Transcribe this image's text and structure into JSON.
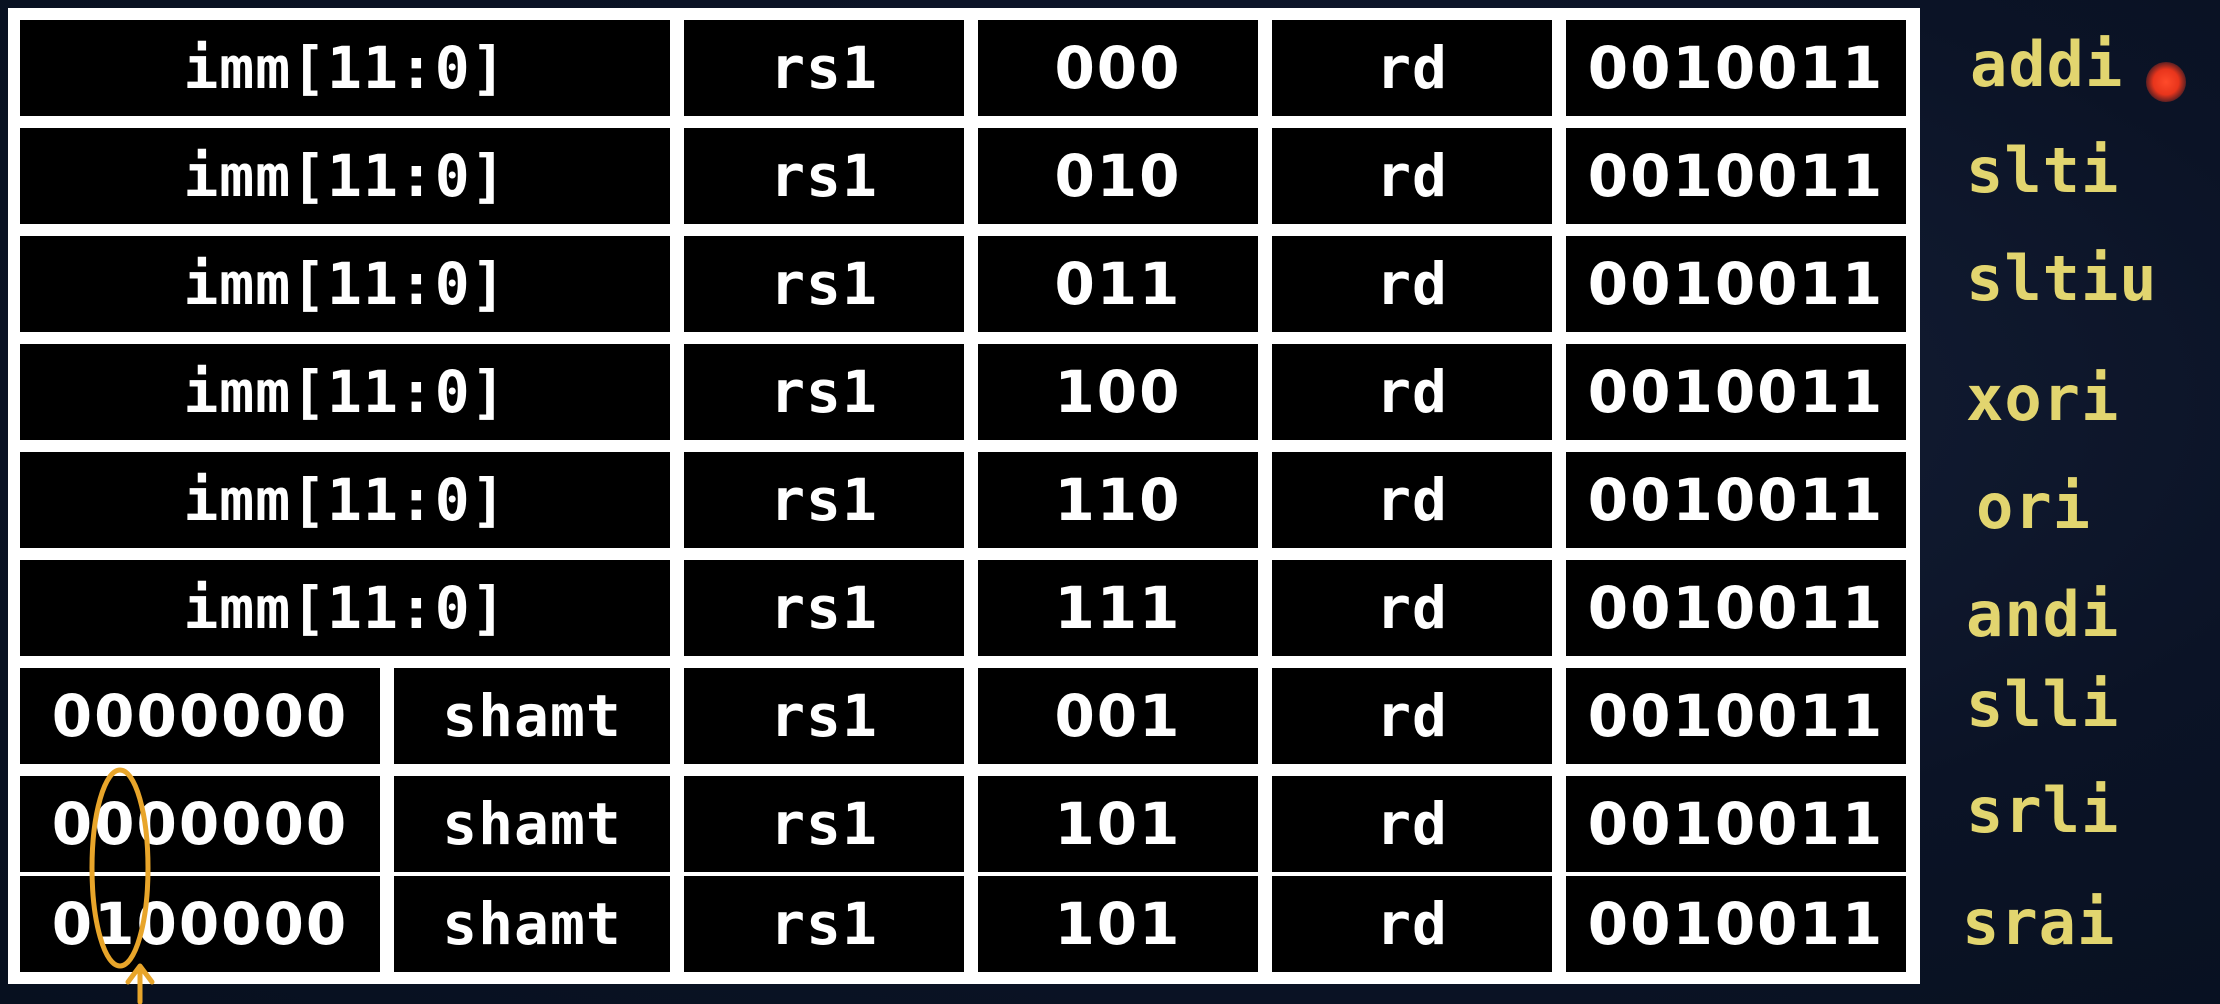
{
  "rows": [
    {
      "fields": [
        "imm[11:0]",
        "rs1",
        "000",
        "rd",
        "0010011"
      ],
      "mnemonic": "addi"
    },
    {
      "fields": [
        "imm[11:0]",
        "rs1",
        "010",
        "rd",
        "0010011"
      ],
      "mnemonic": "slti"
    },
    {
      "fields": [
        "imm[11:0]",
        "rs1",
        "011",
        "rd",
        "0010011"
      ],
      "mnemonic": "sltiu"
    },
    {
      "fields": [
        "imm[11:0]",
        "rs1",
        "100",
        "rd",
        "0010011"
      ],
      "mnemonic": "xori"
    },
    {
      "fields": [
        "imm[11:0]",
        "rs1",
        "110",
        "rd",
        "0010011"
      ],
      "mnemonic": "ori"
    },
    {
      "fields": [
        "imm[11:0]",
        "rs1",
        "111",
        "rd",
        "0010011"
      ],
      "mnemonic": "andi"
    },
    {
      "fields": [
        "0000000",
        "shamt",
        "rs1",
        "001",
        "rd",
        "0010011"
      ],
      "mnemonic": "slli"
    },
    {
      "fields": [
        "0000000",
        "shamt",
        "rs1",
        "101",
        "rd",
        "0010011"
      ],
      "mnemonic": "srli"
    },
    {
      "fields": [
        "0100000",
        "shamt",
        "rs1",
        "101",
        "rd",
        "0010011"
      ],
      "mnemonic": "srai"
    }
  ],
  "colors": {
    "cell_background": "#000000",
    "cell_text": "#ffffff",
    "grid_lines": "#ffffff",
    "mnemonic_text": "#e2d56f",
    "annotation_stroke": "#e8a52a",
    "laser_pointer": "#e8351c"
  }
}
